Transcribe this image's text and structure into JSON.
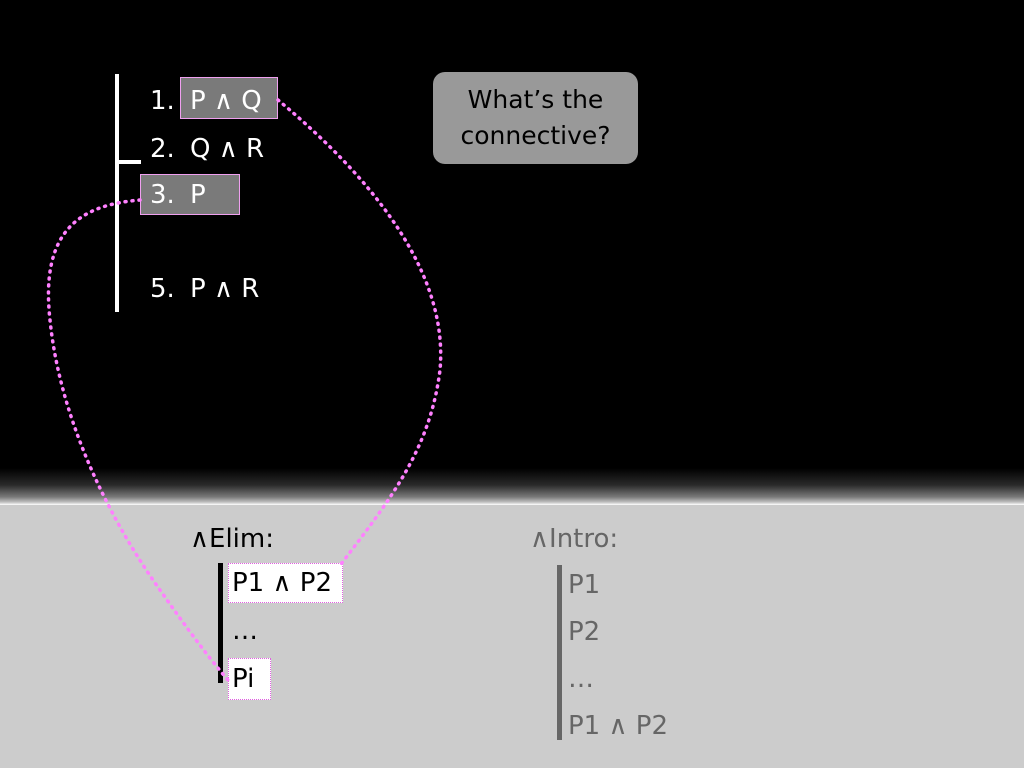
{
  "proof": {
    "lines": [
      {
        "num": "1.",
        "formula": "P ∧ Q"
      },
      {
        "num": "2.",
        "formula": "Q ∧ R"
      },
      {
        "num": "3.",
        "formula": "P"
      },
      {
        "num": "5.",
        "formula": "P ∧ R"
      }
    ]
  },
  "callout": {
    "line1": "What’s the",
    "line2": "connective?"
  },
  "and_elim": {
    "title": "∧Elim:",
    "premise": "P1 ∧ P2",
    "dots": "…",
    "conclusion": "Pi"
  },
  "and_intro": {
    "title": "∧Intro:",
    "line1": "P1",
    "line2": "P2",
    "dots": "…",
    "conclusion": "P1 ∧ P2"
  },
  "colors": {
    "highlight_border": "#f080f0",
    "dotted_link": "#ff80ff",
    "intro_text": "#666666"
  }
}
